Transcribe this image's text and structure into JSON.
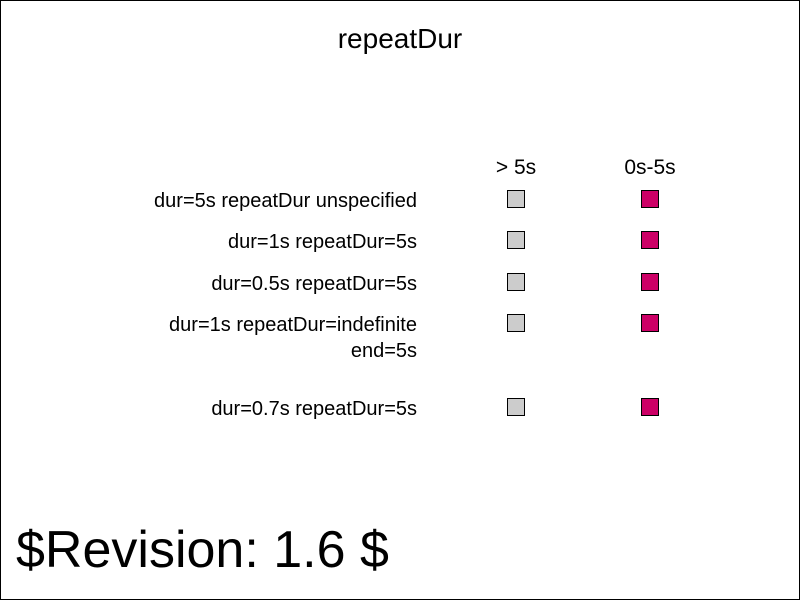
{
  "title": "repeatDur",
  "columns": {
    "col1": "> 5s",
    "col2": "0s-5s"
  },
  "colors": {
    "grey_box": "#cccccc",
    "magenta_box": "#cc0066",
    "border": "#000000",
    "background": "#ffffff"
  },
  "rows": [
    {
      "label_line1": "dur=5s repeatDur unspecified",
      "label_line2": ""
    },
    {
      "label_line1": "dur=1s repeatDur=5s",
      "label_line2": ""
    },
    {
      "label_line1": "dur=0.5s repeatDur=5s",
      "label_line2": ""
    },
    {
      "label_line1": "dur=1s repeatDur=indefinite",
      "label_line2": "end=5s"
    },
    {
      "label_line1": "dur=0.7s repeatDur=5s",
      "label_line2": ""
    }
  ],
  "revision": "$Revision: 1.6 $"
}
